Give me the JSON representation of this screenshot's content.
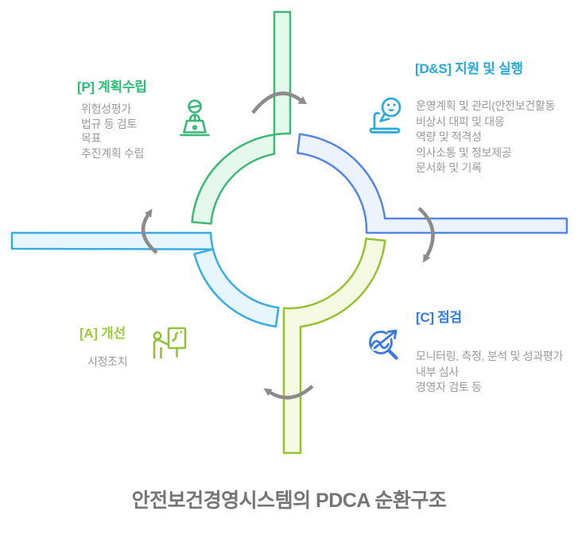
{
  "diagram": {
    "footer_title": "안전보건경영시스템의 PDCA 순환구조",
    "sections": {
      "plan": {
        "label": "[P] 계획수립",
        "icon": "person-at-laptop-icon",
        "color": "#2ebd74",
        "arc_color": "#3eb874",
        "arc_fill": "#e4f8ec",
        "items": [
          "위험성평가",
          "법규 등 검토",
          "목표",
          "추진계획 수립"
        ]
      },
      "do_support": {
        "label": "[D&S] 지원 및 실행",
        "icon": "laptop-chat-bubble-icon",
        "color": "#29a9dc",
        "arc_color": "#5585e2",
        "arc_fill": "#edf3fc",
        "items": [
          "운영계획 및 관리(안전보건활동",
          "비상시 대피 및 대응",
          "역량 및 적격성",
          "의사소통 및 정보제공",
          "문서화 및 기록"
        ]
      },
      "check": {
        "label": "[C] 점검",
        "icon": "magnifier-trend-icon",
        "color": "#2f7ce0",
        "arc_color": "#95c22f",
        "arc_fill": "#f5fae2",
        "items": [
          "모니터링, 측정, 분석 및 성과평가",
          "내부 심사",
          "경영자 검토 등"
        ]
      },
      "act": {
        "label": "[A] 개선",
        "icon": "person-presenting-icon",
        "color": "#9ccb3b",
        "arc_color": "#38ade0",
        "arc_fill": "#e7f6fd",
        "items": [
          "시정조치"
        ]
      }
    },
    "flow": {
      "direction": "clockwise",
      "arrow_color": "#8b8b8b"
    },
    "text_colors": {
      "list_text": "#9a9a9a",
      "footer": "#757575"
    }
  }
}
